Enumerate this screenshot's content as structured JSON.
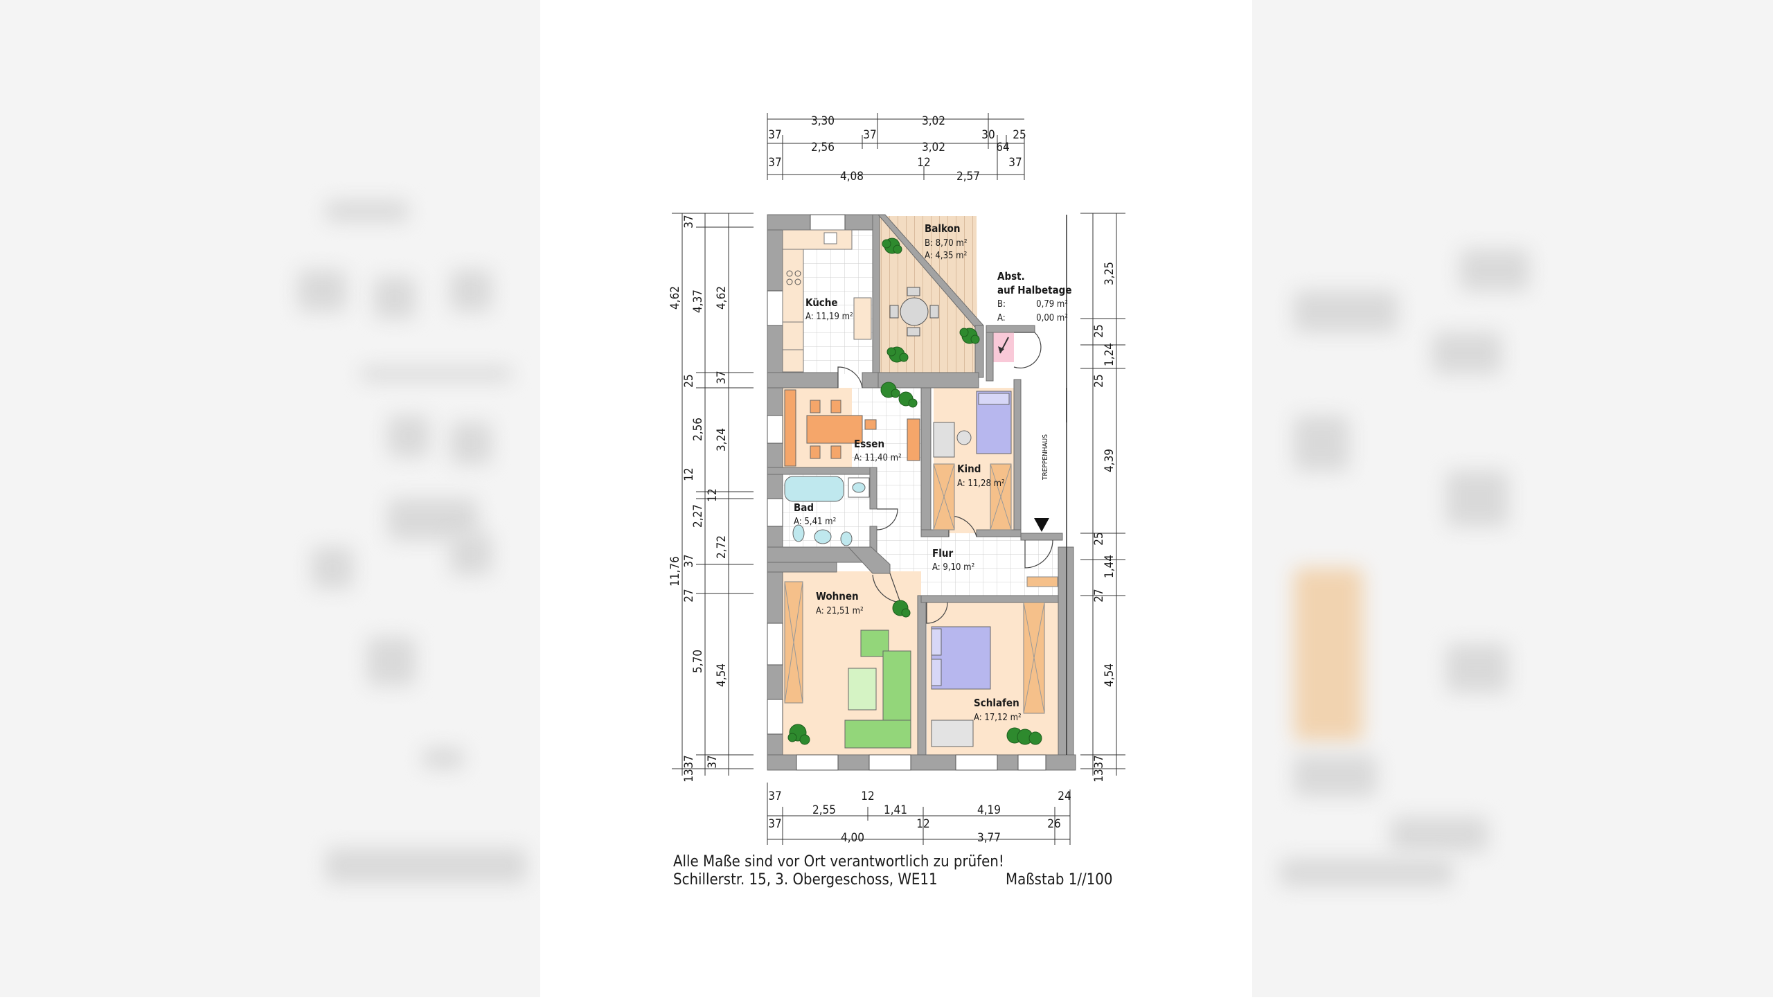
{
  "dims": {
    "top_row1": [
      "3,30",
      "3,02"
    ],
    "top_row2": [
      "37",
      "2,56",
      "37",
      "3,02",
      "30",
      "64",
      "25"
    ],
    "top_row3": [
      "37",
      "4,08",
      "12",
      "2,57",
      "37"
    ],
    "left_outer": [
      "4,62",
      "11,76"
    ],
    "left_mid": [
      "37",
      "4,37",
      "25",
      "2,56",
      "12",
      "2,27",
      "37",
      "27",
      "5,70",
      "37",
      "13"
    ],
    "left_inner": [
      "4,62",
      "37",
      "3,24",
      "12",
      "2,72",
      "4,54",
      "37"
    ],
    "right_inner": [
      "25",
      "25",
      "25",
      "27",
      "37",
      "13"
    ],
    "right_outer": [
      "3,25",
      "1,24",
      "4,39",
      "1,44",
      "4,54"
    ],
    "bottom_row1": [
      "37",
      "2,55",
      "12",
      "1,41",
      "4,19",
      "24"
    ],
    "bottom_row2": [
      "37",
      "4,00",
      "12",
      "3,77",
      "26"
    ]
  },
  "rooms": {
    "balkon": {
      "name": "Balkon",
      "line1": "B: 8,70 m²",
      "line2": "A: 4,35 m²"
    },
    "abst": {
      "name1": "Abst.",
      "name2": "auf Halbetage",
      "line1_label": "B:",
      "line1_value": "0,79 m²",
      "line2_label": "A:",
      "line2_value": "0,00 m²"
    },
    "kueche": {
      "name": "Küche",
      "area": "A: 11,19 m²"
    },
    "essen": {
      "name": "Essen",
      "area": "A: 11,40 m²"
    },
    "kind": {
      "name": "Kind",
      "area": "A: 11,28 m²"
    },
    "bad": {
      "name": "Bad",
      "area": "A: 5,41 m²"
    },
    "flur": {
      "name": "Flur",
      "area": "A: 9,10 m²"
    },
    "wohnen": {
      "name": "Wohnen",
      "area": "A: 21,51 m²"
    },
    "schlafen": {
      "name": "Schlafen",
      "area": "A: 17,12 m²"
    },
    "treppenhaus": "TREPPENHAUS"
  },
  "caption": {
    "line1": "Alle Maße sind vor Ort verantwortlich zu prüfen!",
    "line2": "Schillerstr. 15, 3. Obergeschoss, WE11",
    "scale": "Maßstab 1//100"
  },
  "colors": {
    "wall": "#a3a3a3",
    "floor": "#fde5cc",
    "tile": "#ffffff",
    "balcony": "#f0d9bd",
    "sofa": "#93d67a",
    "bed": "#b7b7ee",
    "plant": "#2e8a2e"
  }
}
